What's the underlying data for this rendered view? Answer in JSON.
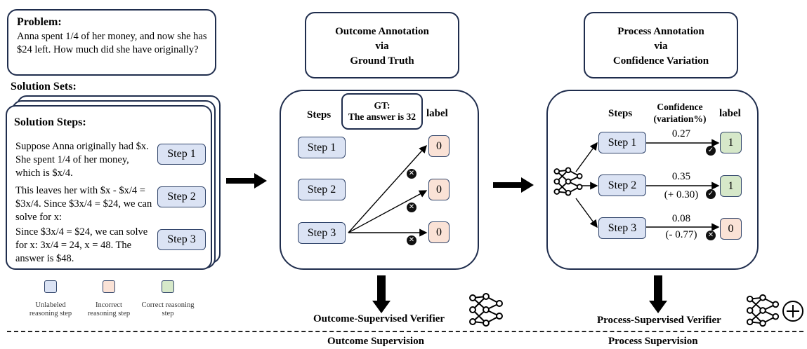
{
  "problem": {
    "title": "Problem:",
    "text": "Anna spent 1/4 of her money, and now she has $24 left. How much did she have originally?"
  },
  "solution_sets_label": "Solution Sets:",
  "solution_steps": {
    "title": "Solution Steps:",
    "steps": [
      {
        "text": "Suppose Anna originally had $x. She spent 1/4 of her money, which is $x/4.",
        "label": "Step 1"
      },
      {
        "text": "This leaves her with $x - $x/4 = $3x/4. Since $3x/4 = $24, we can solve for x:",
        "label": "Step 2"
      },
      {
        "text": "Since $3x/4 = $24, we can solve for x: 3x/4 = 24, x = 48. The answer is $48.",
        "label": "Step 3"
      }
    ]
  },
  "legend": [
    {
      "text": "Unlabeled reasoning step",
      "color": "#dbe3f4"
    },
    {
      "text": "Incorrect reasoning step",
      "color": "#fae2d6"
    },
    {
      "text": "Correct reasoning step",
      "color": "#d6e8c9"
    }
  ],
  "outcome": {
    "header": [
      "Outcome Annotation",
      "via",
      "Ground Truth"
    ],
    "steps_header": "Steps",
    "gt_title": "GT:",
    "gt_text": "The answer is 32",
    "label_header": "label",
    "steps": [
      "Step 1",
      "Step 2",
      "Step 3"
    ],
    "labels": [
      "0",
      "0",
      "0"
    ],
    "verifier": "Outcome-Supervised Verifier",
    "supervision": "Outcome Supervision"
  },
  "process": {
    "header": [
      "Process Annotation",
      "via",
      "Confidence Variation"
    ],
    "steps_header": "Steps",
    "confidence_header": [
      "Confidence",
      "(variation%)"
    ],
    "label_header": "label",
    "steps": [
      "Step 1",
      "Step 2",
      "Step 3"
    ],
    "confidence": [
      "0.27",
      "0.35",
      "0.08"
    ],
    "variation": [
      "",
      "(+ 0.30)",
      "(- 0.77)"
    ],
    "labels": [
      "1",
      "1",
      "0"
    ],
    "verifier": "Process-Supervised Verifier",
    "supervision": "Process Supervision"
  },
  "colors": {
    "border": "#1f2d4d",
    "unlabeled": "#dbe3f4",
    "incorrect": "#fae2d6",
    "correct": "#d6e8c9"
  },
  "icons": [
    "neural-network-icon",
    "check-icon",
    "cross-icon",
    "plus-circle-icon",
    "arrow-icon"
  ]
}
